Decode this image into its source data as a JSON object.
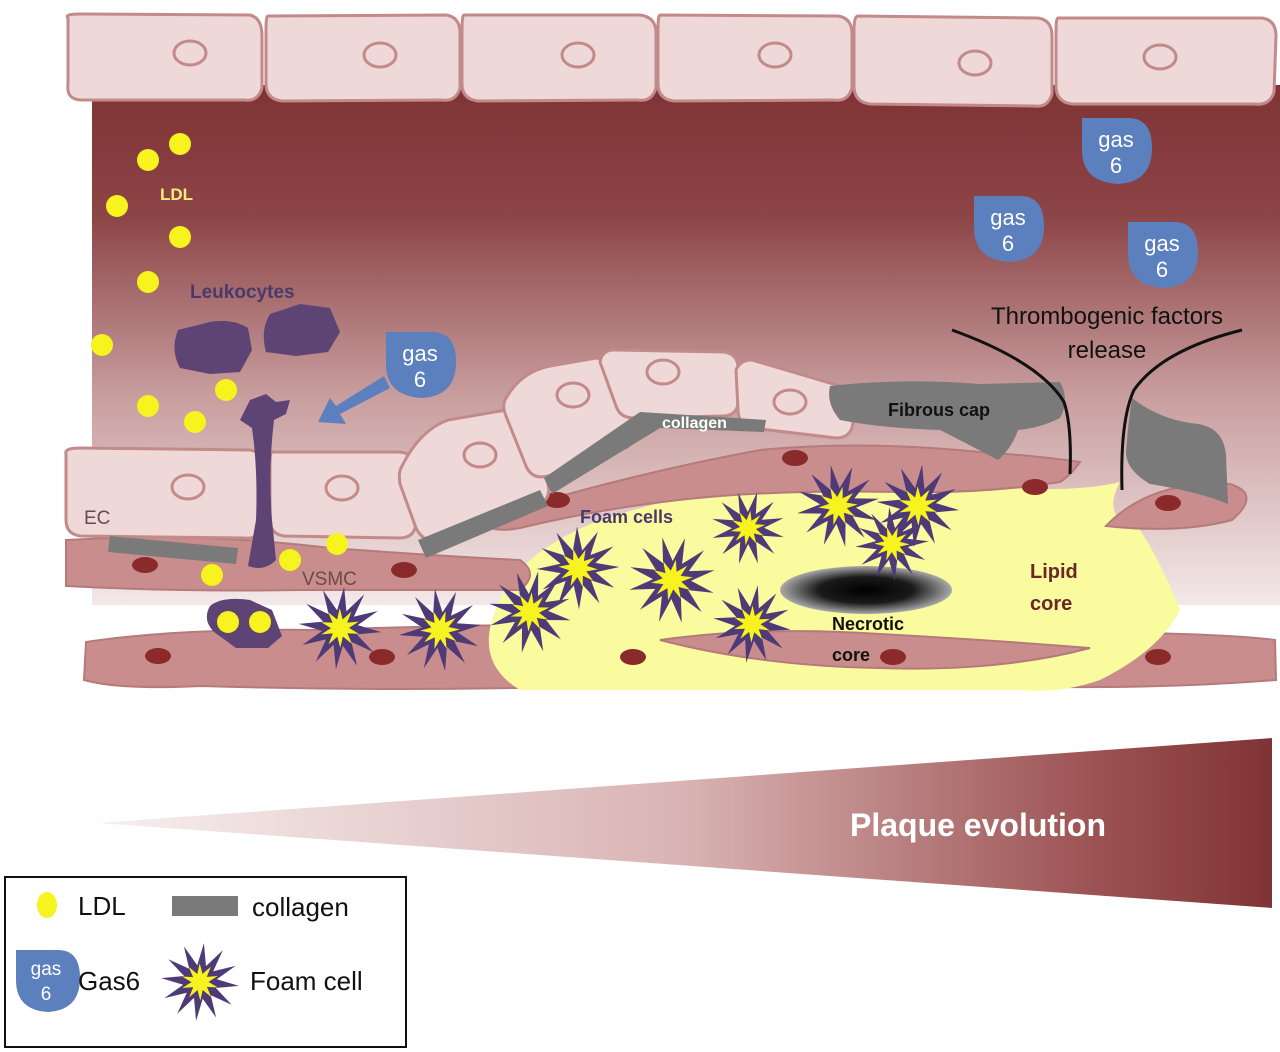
{
  "labels": {
    "ldl": "LDL",
    "leukocytes": "Leukocytes",
    "ec": "EC",
    "vsmc": "VSMC",
    "foam_cells": "Foam cells",
    "collagen": "collagen",
    "fibrous_cap": "Fibrous cap",
    "lipid_core_1": "Lipid",
    "lipid_core_2": "core",
    "necrotic_core_1": "Necrotic",
    "necrotic_core_2": "core",
    "thrombogenic_1": "Thrombogenic factors",
    "thrombogenic_2": "release",
    "plaque_evolution": "Plaque evolution"
  },
  "gas6": {
    "line1": "gas",
    "line2": "6"
  },
  "legend": {
    "ldl": "LDL",
    "collagen": "collagen",
    "gas6": "Gas6",
    "foam_cell": "Foam cell",
    "gas_line1": "gas",
    "gas_line2": "6"
  },
  "colors": {
    "lumen_dark": "#7f3335",
    "lumen_light": "#f3e6e6",
    "cell_fill": "#eed8d8",
    "cell_stroke": "#c38a8a",
    "vsmc_fill": "#c98d8d",
    "vsmc_nucleus": "#8b2a2a",
    "ldl": "#f7f31e",
    "leukocyte": "#5e4475",
    "gas6": "#5c7fbd",
    "collagen": "#7a7a7a",
    "lipid": "#fafa9e",
    "foam": "#4f3a78",
    "label_purple": "#4a3a6b",
    "label_brown": "#6b2727"
  }
}
